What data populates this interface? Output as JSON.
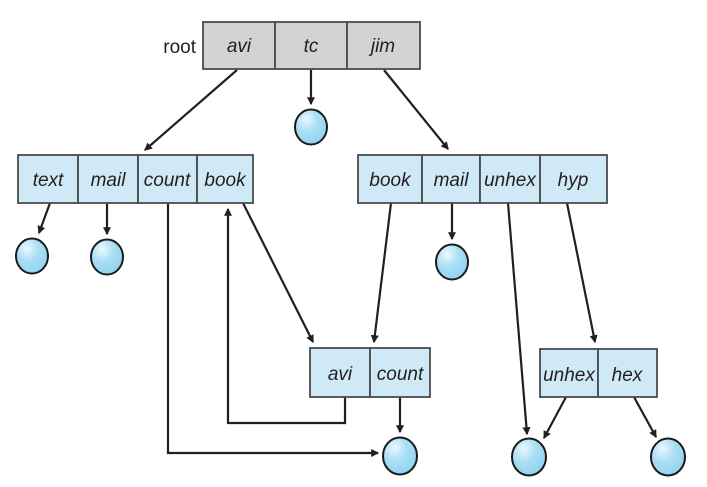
{
  "diagram": {
    "kind": "acyclic-graph-directory-structure",
    "root_label": "root",
    "colors": {
      "box_gray": "#d2d3d5",
      "box_blue": "#cfe9f7",
      "circle_fill": "#8fd2ef",
      "circle_mid": "#aadef5",
      "circle_highlight": "#eaf9fe",
      "line": "#231f20",
      "text": "#231f20",
      "background": "#ffffff"
    },
    "tables": {
      "root": {
        "cells": [
          "avi",
          "tc",
          "jim"
        ]
      },
      "left": {
        "cells": [
          "text",
          "mail",
          "count",
          "book"
        ]
      },
      "right": {
        "cells": [
          "book",
          "mail",
          "unhex",
          "hyp"
        ]
      },
      "middle": {
        "cells": [
          "avi",
          "count"
        ]
      },
      "bottom_right": {
        "cells": [
          "unhex",
          "hex"
        ]
      }
    },
    "file_nodes": [
      "file-under-tc",
      "file-under-text",
      "file-under-left-mail",
      "file-under-right-mail",
      "file-under-shared-count",
      "file-under-unhex",
      "file-under-hex"
    ]
  }
}
